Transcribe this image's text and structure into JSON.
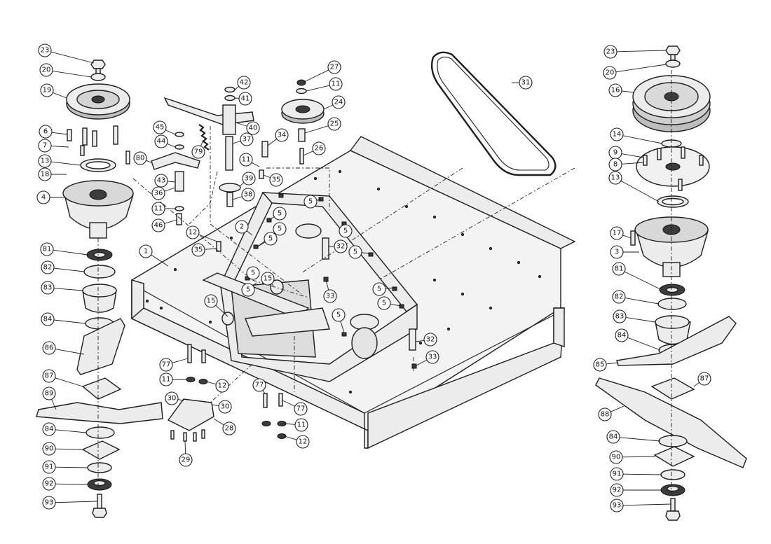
{
  "diagram": {
    "callouts": [
      {
        "label": "23"
      },
      {
        "label": "20"
      },
      {
        "label": "19"
      },
      {
        "label": "6"
      },
      {
        "label": "7"
      },
      {
        "label": "13"
      },
      {
        "label": "18"
      },
      {
        "label": "4"
      },
      {
        "label": "81"
      },
      {
        "label": "82"
      },
      {
        "label": "83"
      },
      {
        "label": "84"
      },
      {
        "label": "86"
      },
      {
        "label": "87"
      },
      {
        "label": "89"
      },
      {
        "label": "84"
      },
      {
        "label": "90"
      },
      {
        "label": "91"
      },
      {
        "label": "92"
      },
      {
        "label": "93"
      },
      {
        "label": "45"
      },
      {
        "label": "44"
      },
      {
        "label": "80"
      },
      {
        "label": "43"
      },
      {
        "label": "36"
      },
      {
        "label": "11"
      },
      {
        "label": "46"
      },
      {
        "label": "12"
      },
      {
        "label": "35"
      },
      {
        "label": "1"
      },
      {
        "label": "2"
      },
      {
        "label": "42"
      },
      {
        "label": "41"
      },
      {
        "label": "40"
      },
      {
        "label": "79"
      },
      {
        "label": "37"
      },
      {
        "label": "11"
      },
      {
        "label": "35"
      },
      {
        "label": "39"
      },
      {
        "label": "38"
      },
      {
        "label": "27"
      },
      {
        "label": "11"
      },
      {
        "label": "24"
      },
      {
        "label": "25"
      },
      {
        "label": "26"
      },
      {
        "label": "34"
      },
      {
        "label": "5"
      },
      {
        "label": "5"
      },
      {
        "label": "5"
      },
      {
        "label": "5"
      },
      {
        "label": "5"
      },
      {
        "label": "5"
      },
      {
        "label": "5"
      },
      {
        "label": "5"
      },
      {
        "label": "5"
      },
      {
        "label": "5"
      },
      {
        "label": "5"
      },
      {
        "label": "32"
      },
      {
        "label": "33"
      },
      {
        "label": "15"
      },
      {
        "label": "15"
      },
      {
        "label": "32"
      },
      {
        "label": "33"
      },
      {
        "label": "77"
      },
      {
        "label": "11"
      },
      {
        "label": "12"
      },
      {
        "label": "30"
      },
      {
        "label": "30"
      },
      {
        "label": "28"
      },
      {
        "label": "29"
      },
      {
        "label": "77"
      },
      {
        "label": "77"
      },
      {
        "label": "11"
      },
      {
        "label": "12"
      },
      {
        "label": "31"
      },
      {
        "label": "23"
      },
      {
        "label": "20"
      },
      {
        "label": "16"
      },
      {
        "label": "14"
      },
      {
        "label": "9"
      },
      {
        "label": "8"
      },
      {
        "label": "13"
      },
      {
        "label": "17"
      },
      {
        "label": "3"
      },
      {
        "label": "81"
      },
      {
        "label": "82"
      },
      {
        "label": "83"
      },
      {
        "label": "84"
      },
      {
        "label": "85"
      },
      {
        "label": "87"
      },
      {
        "label": "88"
      },
      {
        "label": "84"
      },
      {
        "label": "90"
      },
      {
        "label": "91"
      },
      {
        "label": "92"
      },
      {
        "label": "93"
      }
    ]
  }
}
